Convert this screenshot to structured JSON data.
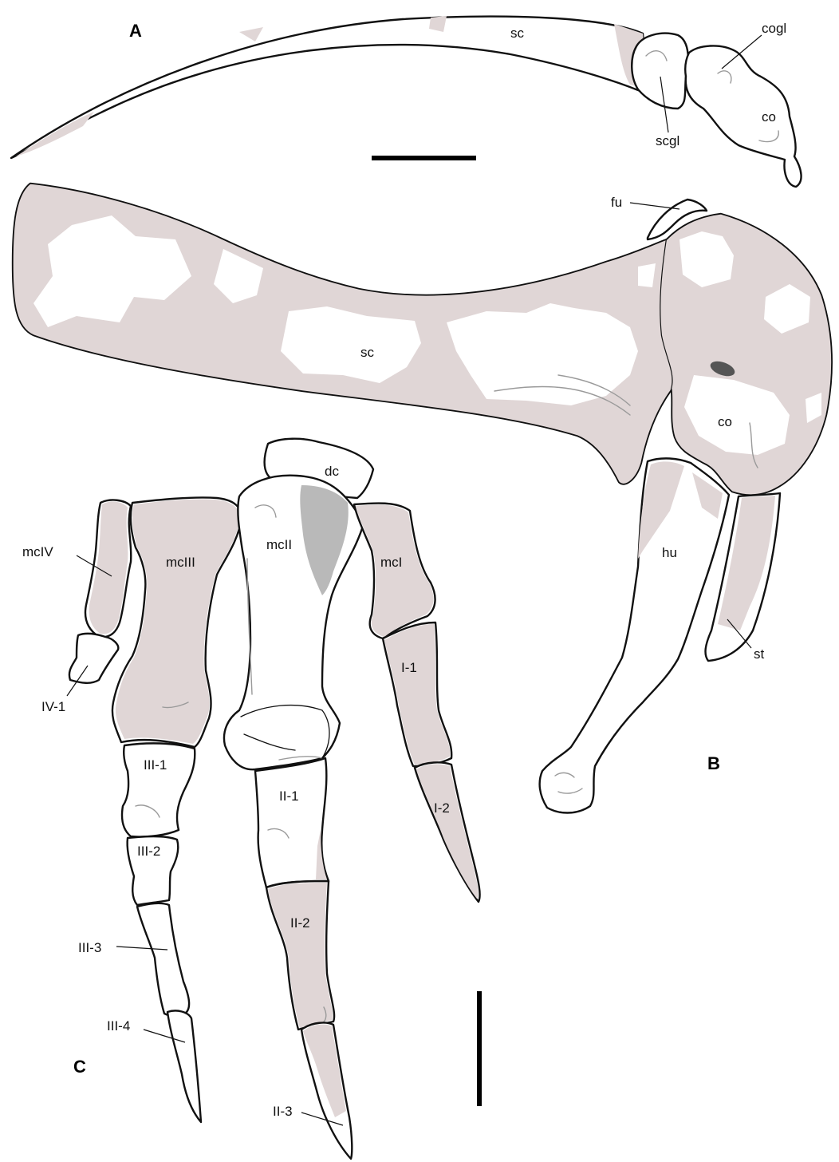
{
  "panels": {
    "a": "A",
    "b": "B",
    "c": "C"
  },
  "labels": {
    "a_sc": "sc",
    "a_cogl": "cogl",
    "a_scgl": "scgl",
    "a_co": "co",
    "b_fu": "fu",
    "b_sc": "sc",
    "b_co": "co",
    "b_hu": "hu",
    "b_st": "st",
    "c_dc": "dc",
    "c_mcIV": "mcIV",
    "c_mcIII": "mcIII",
    "c_mcII": "mcII",
    "c_mcI": "mcI",
    "c_IV1": "IV-1",
    "c_I1": "I-1",
    "c_I2": "I-2",
    "c_III1": "III-1",
    "c_II1": "II-1",
    "c_III2": "III-2",
    "c_II2": "II-2",
    "c_III3": "III-3",
    "c_III4": "III-4",
    "c_II3": "II-3"
  },
  "colors": {
    "matrix_shade": "#e0d6d6",
    "dark_patch": "#b9b9b9",
    "outline": "#111111"
  }
}
